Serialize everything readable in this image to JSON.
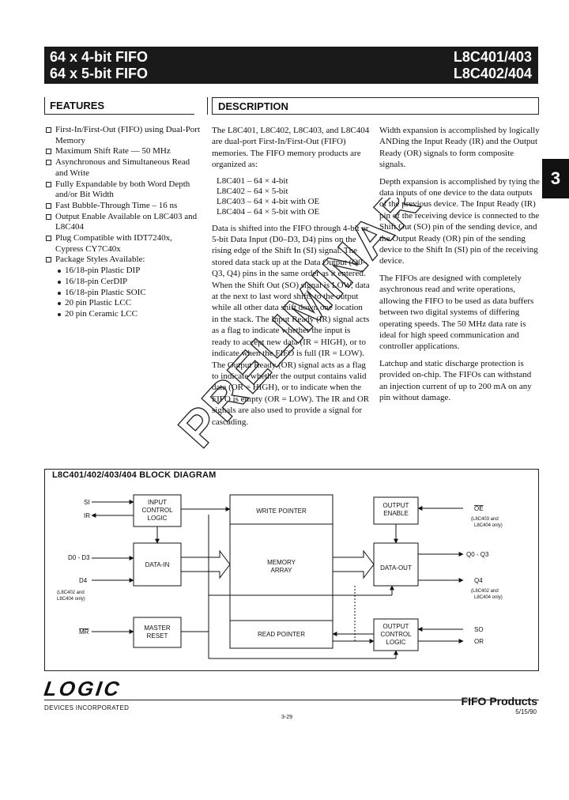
{
  "header": {
    "title_left_1": "64 x 4-bit FIFO",
    "title_left_2": "64 x 5-bit FIFO",
    "title_right_1": "L8C401/403",
    "title_right_2": "L8C402/404",
    "section_tab": "3"
  },
  "features": {
    "heading": "FEATURES",
    "items": [
      "First-In/First-Out (FIFO) using Dual-Port Memory",
      "Maximum Shift Rate — 50 MHz",
      "Asynchronous and Simultaneous Read and Write",
      "Fully Expandable by both Word Depth and/or Bit Width",
      "Fast Bubble-Through Time – 16 ns",
      "Output Enable Available on L8C403 and L8C404",
      "Plug Compatible with IDT7240x, Cypress CY7C40x",
      "Package Styles Available:"
    ],
    "packages": [
      "16/18-pin Plastic DIP",
      "16/18-pin CerDIP",
      "16/18-pin Plastic SOIC",
      "20 pin Plastic LCC",
      "20 pin Ceramic LCC"
    ]
  },
  "description": {
    "heading": "DESCRIPTION",
    "p1": "The L8C401, L8C402, L8C403, and L8C404 are dual-port First-In/First-Out (FIFO) memories. The FIFO memory products are organized as:",
    "parts": [
      "L8C401 – 64 × 4-bit",
      "L8C402 – 64 × 5-bit",
      "L8C403 – 64 × 4-bit with OE",
      "L8C404 – 64 × 5-bit with OE"
    ],
    "p2": "Data is shifted into the FIFO through 4-bit or 5-bit Data Input (D0–D3, D4) pins on the rising edge of the Shift In (SI) signal. The stored data stack up at the Data Output (Q0–Q3, Q4) pins in the same order as it entered. When the Shift Out (SO) signal is LOW, data at the next to last word shifts to the output while all other data shift down one location in the stack. The Input Ready (IR) signal acts as a flag to indicate whether the input is ready to accept new data (IR = HIGH), or to indicate when the FIFO is full (IR = LOW). The Output Ready (OR) signal acts as a flag to indicate whether the output contains valid data (OR = HIGH), or to indicate when the FIFO is empty (OR = LOW). The IR and OR signals are also used to provide a signal for cascading.",
    "p3": "Width expansion is accomplished by logically ANDing the Input Ready (IR) and the Output Ready (OR) signals to form composite signals.",
    "p4": "Depth expansion is accomplished by tying the data inputs of one device to the data outputs of the previous device. The Input Ready (IR) pin of the receiving device is connected to the Shift Out (SO) pin of the sending device, and the Output Ready (OR) pin of the sending device to the Shift In (SI) pin of the receiving device.",
    "p5": "The FIFOs are designed with completely asychronous read and write operations, allowing the FIFO to be used as data buffers between two digital systems of differing operating speeds. The 50 MHz data rate is ideal for high speed communication and controller applications.",
    "p6": "Latchup and static discharge protection is provided on-chip. The FIFOs can withstand an injection current of up to 200 mA on any pin without damage."
  },
  "watermark": "PRELIMINARY",
  "block_diagram": {
    "title": "L8C401/402/403/404 BLOCK DIAGRAM",
    "si": "SI",
    "ir": "IR",
    "d_in": "D0 - D3",
    "d4": "D4",
    "d4_note_1": "(L8C402 and",
    "d4_note_2": "L8C404 only)",
    "mr": "MR",
    "input_control_1": "INPUT",
    "input_control_2": "CONTROL",
    "input_control_3": "LOGIC",
    "data_in": "DATA-IN",
    "master_reset_1": "MASTER",
    "master_reset_2": "RESET",
    "write_pointer": "WRITE POINTER",
    "memory_array_1": "MEMORY",
    "memory_array_2": "ARRAY",
    "read_pointer": "READ POINTER",
    "output_enable_1": "OUTPUT",
    "output_enable_2": "ENABLE",
    "oe": "OE",
    "oe_note_1": "(L8C403 and",
    "oe_note_2": "L8C404 only)",
    "data_out": "DATA-OUT",
    "q_out": "Q0 - Q3",
    "q4": "Q4",
    "q4_note_1": "(L8C402 and",
    "q4_note_2": "L8C404 only)",
    "output_control_1": "OUTPUT",
    "output_control_2": "CONTROL",
    "output_control_3": "LOGIC",
    "so": "SO",
    "or": "OR"
  },
  "footer": {
    "logo": "LOGIC",
    "logo_sub": "DEVICES INCORPORATED",
    "product_line": "FIFO Products",
    "page": "3-29",
    "date": "5/15/90"
  }
}
